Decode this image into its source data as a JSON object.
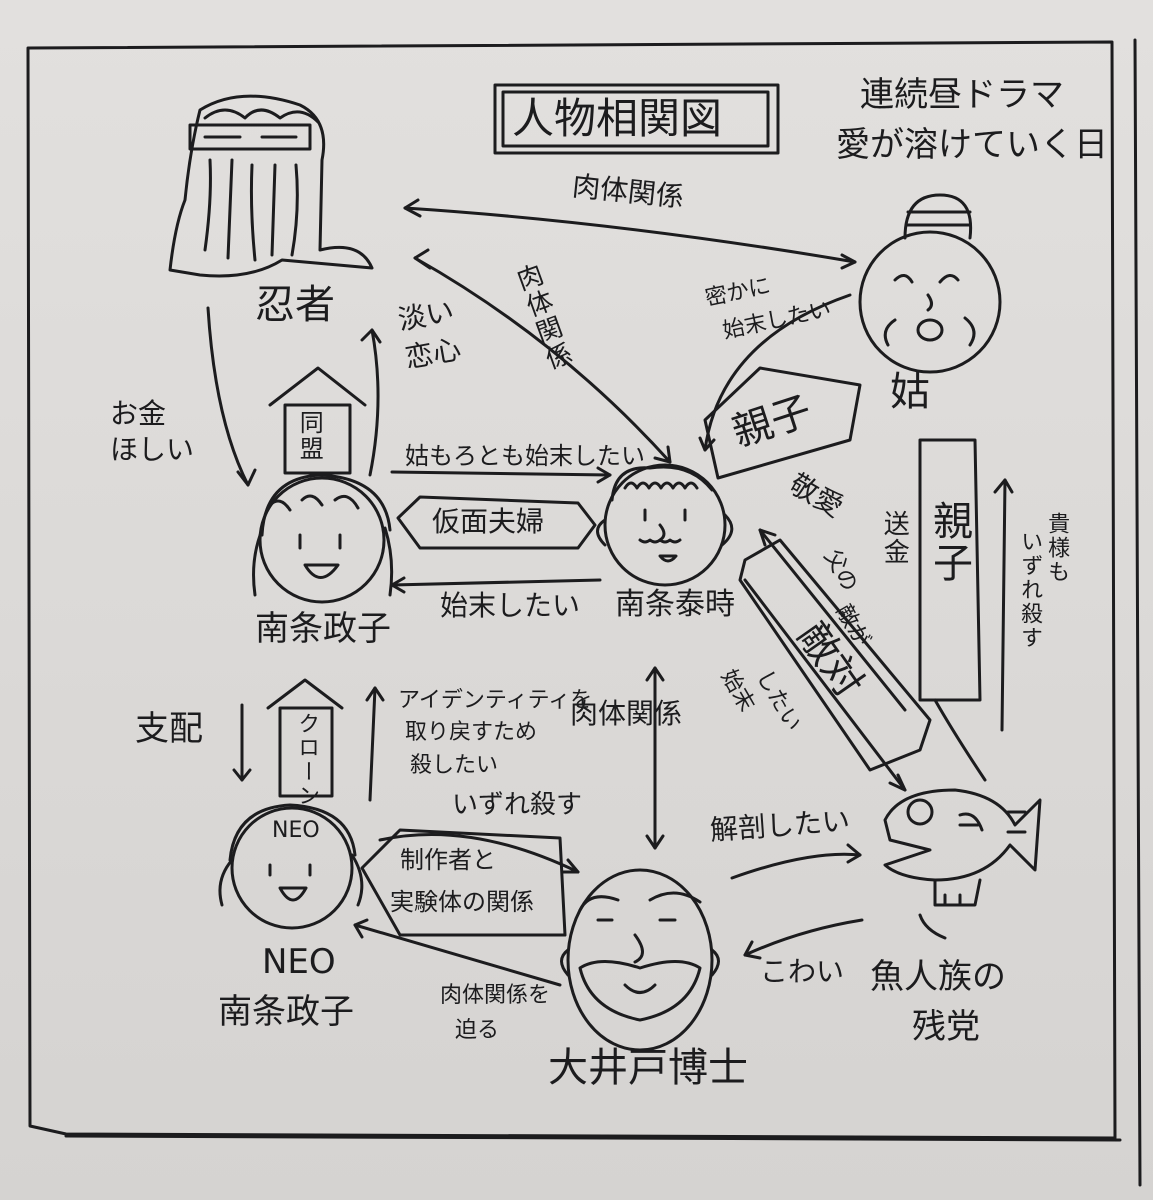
{
  "title": "人物相関図",
  "subtitle_line1": "連続昼ドラマ",
  "subtitle_line2": "愛が溶けていく日",
  "characters": {
    "ninja": "忍者",
    "mother_in_law": "姑",
    "wife": "南条政子",
    "husband": "南条泰時",
    "neo_line1": "NEO",
    "neo_line2": "南条政子",
    "neo_face_tag": "NEO",
    "professor": "大井戸博士",
    "fish_line1": "魚人族の",
    "fish_line2": "残党"
  },
  "relations": {
    "ninja_mil": "肉体関係",
    "ninja_husband": "肉体関係",
    "mil_secret_line1": "密かに",
    "mil_secret_line2": "始末したい",
    "oyako_top": "親子",
    "respect": "敬愛",
    "ninja_wife_money_line1": "お金",
    "ninja_wife_money_line2": "ほしい",
    "alliance": "同盟",
    "faint_love_line1": "淡い",
    "faint_love_line2": "恋心",
    "wife_wants_mil": "姑もろとも始末したい",
    "fake_couple": "仮面夫婦",
    "husband_wants_wife": "始末したい",
    "oyako_right": "親子",
    "remittance": "送金",
    "kill_you_line1": "貴様も",
    "kill_you_line2": "いずれ殺す",
    "father_is_enemy_line1": "父の",
    "father_is_enemy_line2": "敵が",
    "enemy_big": "敵対",
    "fish_dispose_line1": "始末",
    "fish_dispose_line2": "したい",
    "control": "支配",
    "clone": "クローン",
    "identity_line1": "アイデンティティを",
    "identity_line2": "取り戻すため",
    "identity_line3": "殺したい",
    "someday_kill": "いずれ殺す",
    "creator_line1": "制作者と",
    "creator_line2": "実験体の関係",
    "prof_husband": "肉体関係",
    "dissect": "解剖したい",
    "scary": "こわい",
    "press_line1": "肉体関係を",
    "press_line2": "迫る"
  }
}
